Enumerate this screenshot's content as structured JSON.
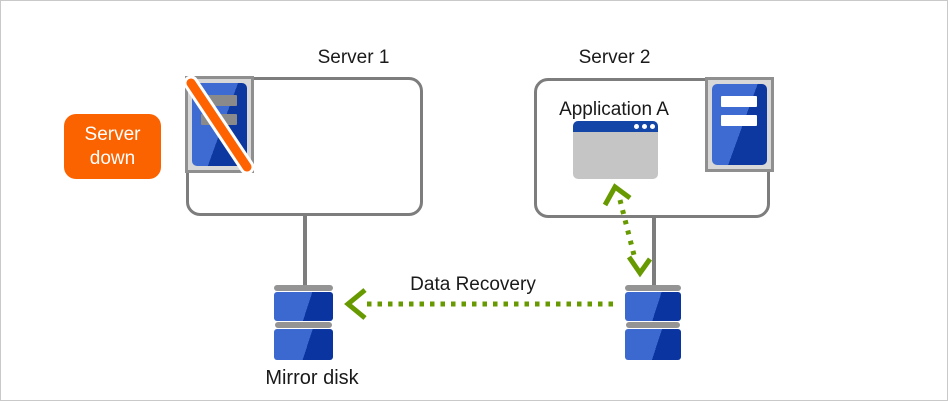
{
  "badge": {
    "lines": [
      "Server",
      "down"
    ]
  },
  "server1": {
    "label": "Server 1",
    "icon": "server-tower-crossed-icon"
  },
  "server2": {
    "label": "Server 2",
    "icon": "server-tower-icon",
    "application": {
      "label": "Application A",
      "icon": "app-window-icon"
    }
  },
  "storage": {
    "mirror_disk_label": "Mirror disk",
    "left_disk_icon": "mirror-disk-icon",
    "right_disk_icon": "mirror-disk-icon"
  },
  "arrows": {
    "data_recovery": {
      "label": "Data Recovery",
      "direction": "right-to-left",
      "style": "dotted"
    },
    "app_disk_sync": {
      "label": "",
      "direction": "both",
      "style": "dotted"
    }
  },
  "colors": {
    "status_orange": "#fb6300",
    "slash_orange": "#ff6200",
    "arrow_green": "#679900",
    "disk_blue_light": "#3c69cf",
    "disk_blue_dark": "#0a35a0",
    "box_border_gray": "#7d7d7d",
    "icon_frame_border": "#8f8f8f",
    "icon_frame_bg": "#d8d8d8",
    "titlebar_blue": "#1446a8",
    "window_body_gray": "#c5c5c5",
    "hardware_gray": "#949494"
  }
}
